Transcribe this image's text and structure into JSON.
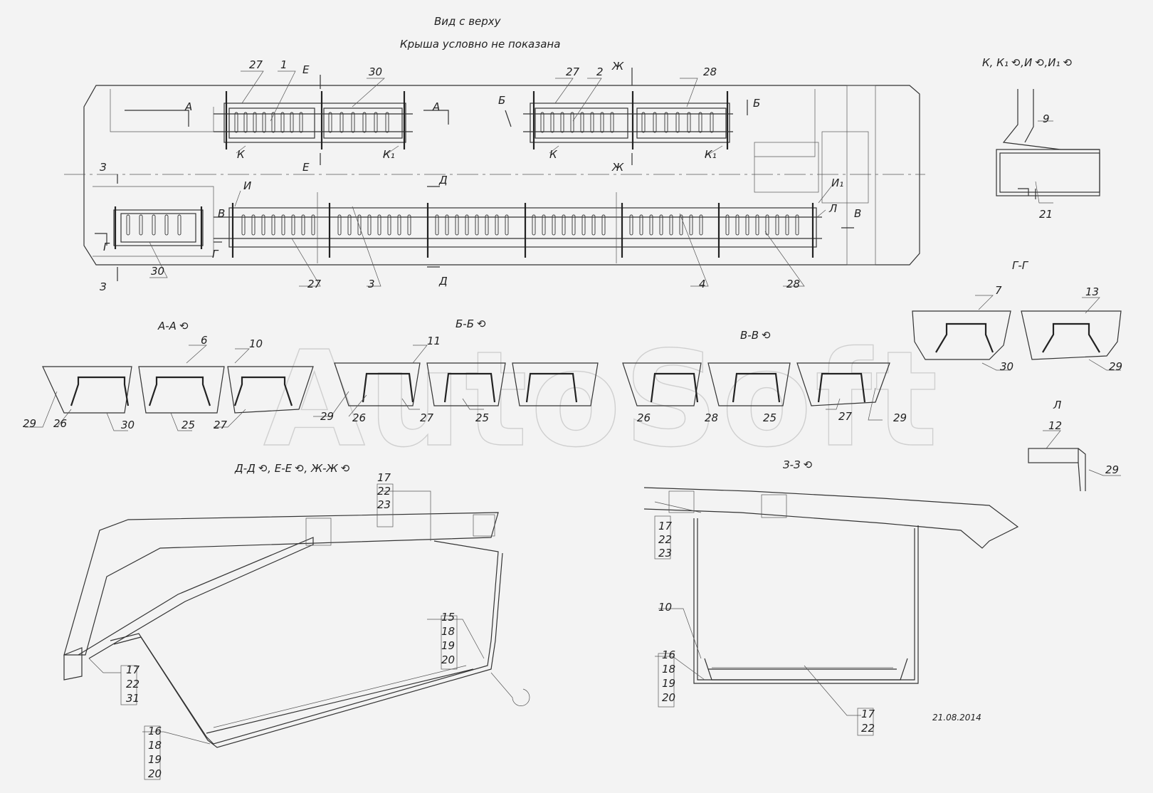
{
  "titles": {
    "top_view": "Вид с верху",
    "roof_note": "Крыша условно не показана"
  },
  "section_titles": {
    "kk": "К, К₁ ⟲,И ⟲,И₁ ⟲",
    "gg": "Г-Г",
    "aa": "А-А ⟲",
    "bb": "Б-Б ⟲",
    "vv": "В-В ⟲",
    "l": "Л",
    "dd": "Д-Д ⟲, Е-Е ⟲, Ж-Ж ⟲",
    "zz": "З-З ⟲"
  },
  "plan_labels": {
    "p27a": "27",
    "p1": "1",
    "pE1": "Е",
    "p30a": "30",
    "pA1": "А",
    "pA2": "А",
    "pK1": "К",
    "pE2": "Е",
    "pK1b": "К₁",
    "p27b": "27",
    "p2": "2",
    "pZh1": "Ж",
    "p28a": "28",
    "pB1": "Б",
    "pB2": "Б",
    "pK2": "К",
    "pZh2": "Ж",
    "pK2b": "К₁",
    "pZ1": "З",
    "pZ2": "З",
    "pG1": "Г",
    "pG2": "Г",
    "p30b": "30",
    "pI": "И",
    "pV1": "В",
    "pD1": "Д",
    "pD2": "Д",
    "pI1": "И₁",
    "pL": "Л",
    "pV2": "В",
    "p27c": "27",
    "p3": "3",
    "p4": "4",
    "p28b": "28"
  },
  "kk_labels": {
    "n9": "9",
    "n21": "21"
  },
  "gg_labels": {
    "n7": "7",
    "n13": "13",
    "n30": "30",
    "n29": "29"
  },
  "aa_labels": {
    "n6": "6",
    "n10": "10",
    "n29": "29",
    "n26": "26",
    "n30": "30",
    "n25": "25",
    "n27": "27"
  },
  "bb_labels": {
    "n11": "11",
    "n29": "29",
    "n26": "26",
    "n27": "27",
    "n25": "25"
  },
  "vv_labels": {
    "n26": "26",
    "n28": "28",
    "n25": "25",
    "n27": "27",
    "n29": "29"
  },
  "l_labels": {
    "n12": "12",
    "n29": "29"
  },
  "dd_labels": {
    "a1": "17",
    "a2": "22",
    "a3": "23",
    "b1": "15",
    "b2": "18",
    "b3": "19",
    "b4": "20",
    "c1": "17",
    "c2": "22",
    "c3": "31",
    "d1": "16",
    "d2": "18",
    "d3": "19",
    "d4": "20"
  },
  "zz_labels": {
    "a1": "17",
    "a2": "22",
    "a3": "23",
    "n10": "10",
    "b1": "16",
    "b2": "18",
    "b3": "19",
    "b4": "20",
    "c1": "17",
    "c2": "22"
  },
  "date": "21.08.2014",
  "watermark": "AutoSoft"
}
